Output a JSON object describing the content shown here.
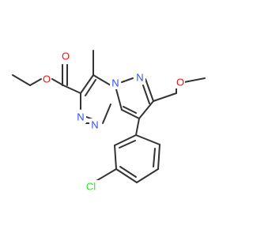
{
  "molecule": {
    "atoms": [
      {
        "id": "o_ester",
        "label": "O",
        "color": "#ff0d0d"
      },
      {
        "id": "o_carbonyl",
        "label": "O",
        "color": "#ff0d0d"
      },
      {
        "id": "o_ether",
        "label": "O",
        "color": "#ff0d0d"
      },
      {
        "id": "n_pyrazole",
        "label": "N",
        "color": "#3050f8"
      },
      {
        "id": "n_bridge",
        "label": "N",
        "color": "#3050f8"
      },
      {
        "id": "n_triazine_1",
        "label": "N",
        "color": "#3050f8"
      },
      {
        "id": "n_triazine_2",
        "label": "N",
        "color": "#3050f8"
      },
      {
        "id": "cl",
        "label": "Cl",
        "color": "#1ff01f"
      }
    ]
  }
}
